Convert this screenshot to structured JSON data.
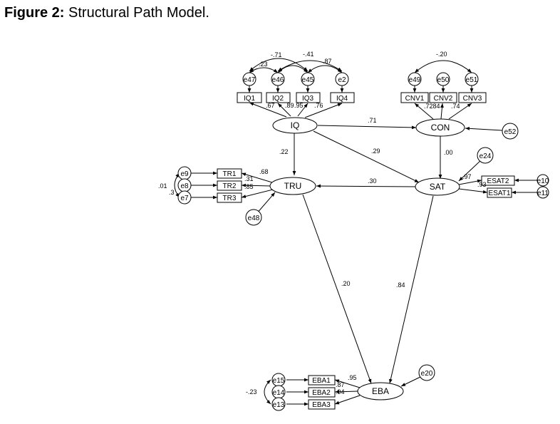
{
  "caption": {
    "label": "Figure 2:",
    "title": "Structural Path Model."
  },
  "latent": {
    "IQ": "IQ",
    "CON": "CON",
    "TRU": "TRU",
    "SAT": "SAT",
    "EBA": "EBA"
  },
  "observed": {
    "IQ1": "IQ1",
    "IQ2": "IQ2",
    "IQ3": "IQ3",
    "IQ4": "IQ4",
    "CNV1": "CNV1",
    "CNV2": "CNV2",
    "CNV3": "CNV3",
    "TR1": "TR1",
    "TR2": "TR2",
    "TR3": "TR3",
    "ESAT2": "ESAT2",
    "ESAT1": "ESAT1",
    "EBA1": "EBA1",
    "EBA2": "EBA2",
    "EBA3": "EBA3"
  },
  "errors": {
    "e47": "e47",
    "e46": "e46",
    "e45": "e45",
    "e2": "e2",
    "e49": "e49",
    "e50": "e50",
    "e51": "e51",
    "e52": "e52",
    "e9": "e9",
    "e8": "e8",
    "e7": "e7",
    "e48": "e48",
    "e24": "e24",
    "e10": "e10",
    "e11": "e11",
    "e15": "e15",
    "e14": "e14",
    "e13": "e13",
    "e20": "e20"
  },
  "paths": {
    "iq_con": ".71",
    "iq_tru": ".22",
    "iq_sat": ".29",
    "con_sat": ".00",
    "sat_tru": ".30",
    "tru_eba": ".20",
    "sat_eba": ".84"
  },
  "loadings": {
    "iq1": ".67",
    "iq2": ".89",
    "iq3": ".95",
    "iq4": ".76",
    "cnv1": ".72",
    "cnv2": ".84",
    "cnv3": ".74",
    "tr1": ".68",
    "tr2": ".31",
    "tr3": ".85",
    "esat2": ".97",
    "esat1": ".93",
    "eba1": ".95",
    "eba2": ".87",
    "eba3": ".94"
  },
  "covariances": {
    "e47_e46": ".23",
    "e46_e45": "-.71",
    "e45_e2": "-.41",
    "e45_e2b": ".87",
    "e49_e51": "-.20",
    "e9_e7": ".01",
    "e9_e7b": ".3",
    "e15_e13": "-.23"
  }
}
